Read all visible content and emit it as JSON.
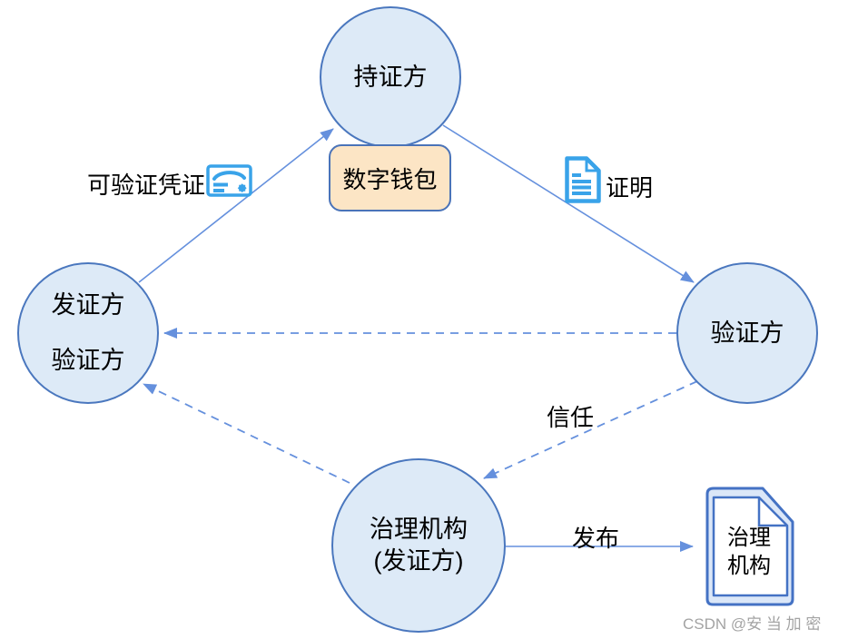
{
  "nodes": {
    "holder": {
      "label": "持证方"
    },
    "wallet": {
      "label": "数字钱包"
    },
    "issuer_verifier": {
      "line1": "发证方",
      "line2": "验证方"
    },
    "verifier": {
      "label": "验证方"
    },
    "governance": {
      "line1": "治理机构",
      "line2": "(发证方)"
    },
    "governance_doc": {
      "line1": "治理",
      "line2": "机构"
    }
  },
  "edges": {
    "credential": {
      "label": "可验证凭证",
      "style": "solid",
      "from": "发证方/验证方",
      "to": "持证方",
      "icon": "credential-card-icon"
    },
    "proof": {
      "label": "证明",
      "style": "solid",
      "from": "持证方",
      "to": "验证方",
      "icon": "proof-document-icon"
    },
    "verifier_to_issuer": {
      "label": "",
      "style": "dashed",
      "from": "验证方",
      "to": "发证方/验证方"
    },
    "trust": {
      "label": "信任",
      "style": "dashed",
      "from": "验证方",
      "to": "治理机构(发证方)"
    },
    "governance_to_issuer": {
      "label": "",
      "style": "dashed",
      "from": "治理机构(发证方)",
      "to": "发证方/验证方"
    },
    "publish": {
      "label": "发布",
      "style": "solid",
      "from": "治理机构(发证方)",
      "to": "治理机构文档"
    }
  },
  "colors": {
    "node_fill": "#ddeaf7",
    "node_stroke": "#4a77be",
    "wallet_fill": "#fce5c5",
    "wallet_stroke": "#4a73b8",
    "arrow": "#6590dd",
    "icon_blue": "#39a3e9",
    "doc_fill": "#dbe7f8",
    "doc_stroke": "#4472c4",
    "watermark_color": "#a3a3a3"
  },
  "watermark": "CSDN @安 当 加 密"
}
